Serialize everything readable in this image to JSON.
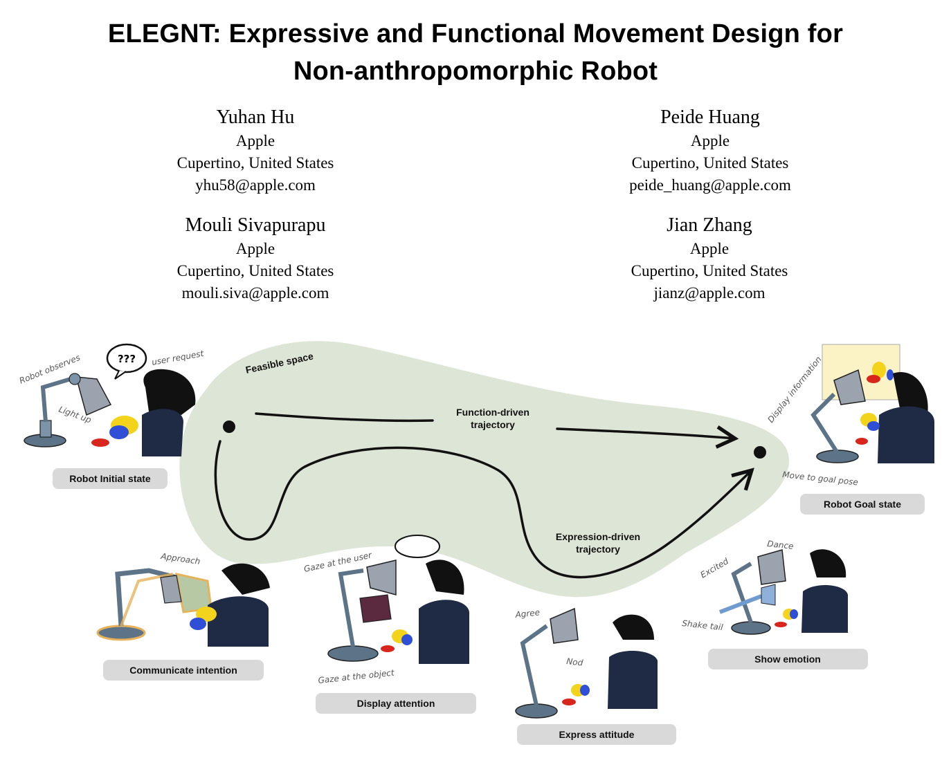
{
  "title_line1": "ELEGNT: Expressive and Functional Movement Design for",
  "title_line2": "Non-anthropomorphic Robot",
  "authors": [
    {
      "name": "Yuhan Hu",
      "affiliation": "Apple",
      "location": "Cupertino, United States",
      "email": "yhu58@apple.com"
    },
    {
      "name": "Peide Huang",
      "affiliation": "Apple",
      "location": "Cupertino, United States",
      "email": "peide_huang@apple.com"
    },
    {
      "name": "Mouli Sivapurapu",
      "affiliation": "Apple",
      "location": "Cupertino, United States",
      "email": "mouli.siva@apple.com"
    },
    {
      "name": "Jian Zhang",
      "affiliation": "Apple",
      "location": "Cupertino, United States",
      "email": "jianz@apple.com"
    }
  ],
  "figure": {
    "feasible_space": "Feasible space",
    "function_line1": "Function-driven",
    "function_line2": "trajectory",
    "expression_line1": "Expression-driven",
    "expression_line2": "trajectory",
    "panels": {
      "initial": {
        "label": "Robot Initial state",
        "notes": [
          "Robot observes",
          "user request",
          "Light up"
        ],
        "bubble": "???"
      },
      "goal": {
        "label": "Robot Goal state",
        "notes": [
          "Display information",
          "Move to goal pose"
        ]
      },
      "communicate": {
        "label": "Communicate intention",
        "notes": [
          "Approach"
        ]
      },
      "attention": {
        "label": "Display attention",
        "notes": [
          "Gaze at the user",
          "Gaze at the object"
        ]
      },
      "attitude": {
        "label": "Express attitude",
        "notes": [
          "Agree",
          "Nod"
        ]
      },
      "emotion": {
        "label": "Show emotion",
        "notes": [
          "Dance",
          "Excited",
          "Shake tail"
        ]
      }
    },
    "colors": {
      "feasible": "#dde5d6",
      "lamp": "#5c7388",
      "shade": "#9aa3ae",
      "hair": "#111111",
      "shirt": "#1f2a44",
      "yellow": "#f3d31c",
      "blue": "#2f4fd6",
      "red": "#d9261c"
    }
  }
}
